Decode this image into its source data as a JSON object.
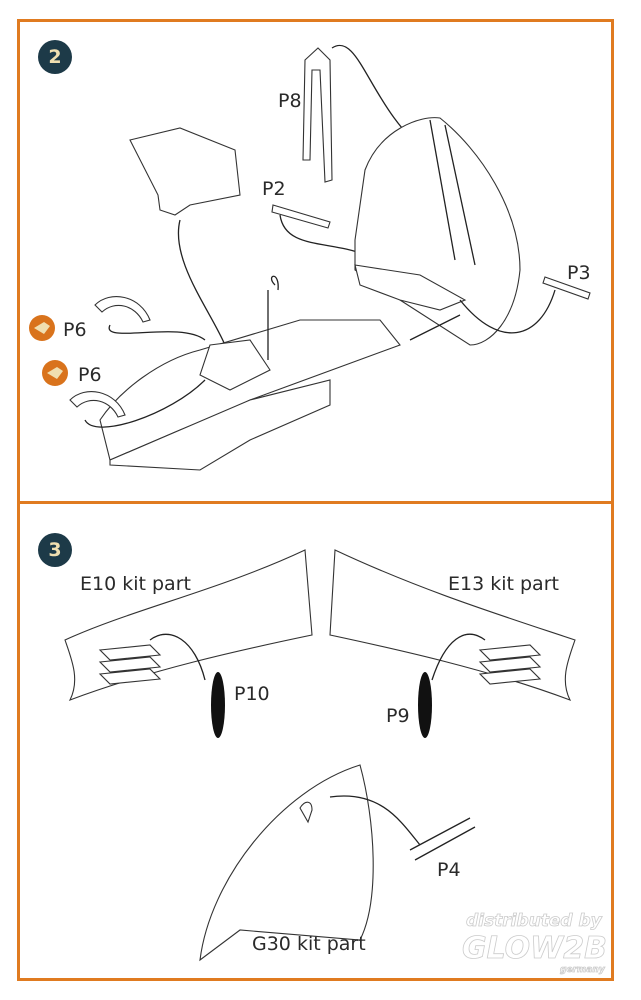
{
  "step2": {
    "number": "2",
    "labels": {
      "p8": "P8",
      "p2": "P2",
      "p3": "P3",
      "p6_top": "P6",
      "p6_bottom": "P6"
    }
  },
  "step3": {
    "number": "3",
    "labels": {
      "e10": "E10 kit part",
      "e13": "E13 kit part",
      "p10": "P10",
      "p9": "P9",
      "p4": "P4",
      "g30": "G30 kit part"
    }
  },
  "watermark": {
    "line1": "distributed by",
    "brand": "GLOW2B",
    "line3": "germany"
  },
  "colors": {
    "frame": "#e07b20",
    "badge": "#1d3a48",
    "badge_text": "#f0dfb0",
    "icon": "#d9731c"
  }
}
